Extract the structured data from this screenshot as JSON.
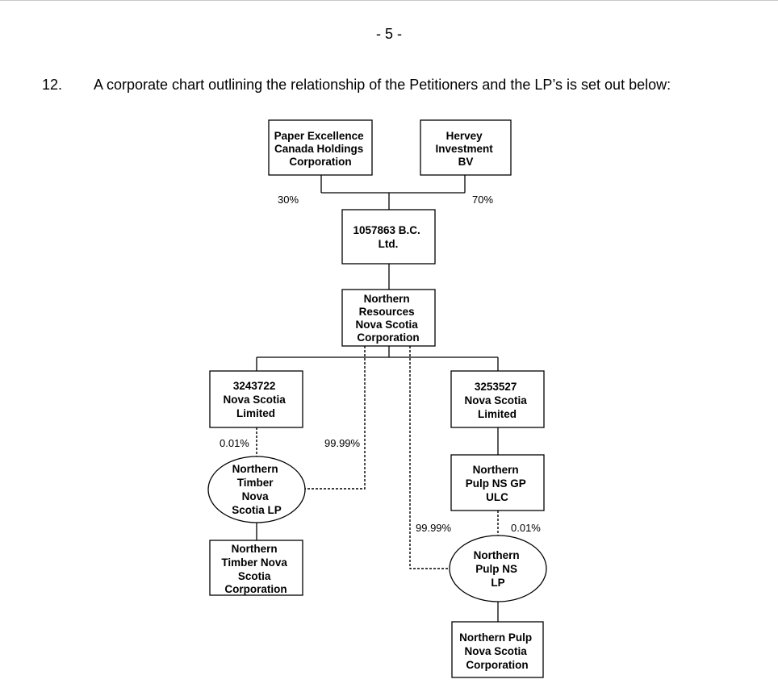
{
  "page": {
    "number": "- 5 -"
  },
  "paragraph": {
    "number": "12.",
    "text": "A corporate chart outlining the relationship of the Petitioners and the LP’s is set out below:"
  },
  "entities": {
    "paper_excellence": [
      "Paper Excellence",
      "Canada Holdings",
      "Corporation"
    ],
    "hervey": [
      "Hervey",
      "Investment",
      "BV"
    ],
    "bc_ltd": [
      "1057863 B.C.",
      "Ltd."
    ],
    "nrnsc": [
      "Northern",
      "Resources",
      "Nova Scotia",
      "Corporation"
    ],
    "ns_3243722": [
      "3243722",
      "Nova Scotia",
      "Limited"
    ],
    "ns_3253527": [
      "3253527",
      "Nova Scotia",
      "Limited"
    ],
    "timber_lp": [
      "Northern",
      "Timber",
      "Nova",
      "Scotia LP"
    ],
    "pulp_gp": [
      "Northern",
      "Pulp NS GP",
      "ULC"
    ],
    "timber_corp": [
      "Northern",
      "Timber Nova",
      "Scotia",
      "Corporation"
    ],
    "pulp_lp": [
      "Northern",
      "Pulp NS",
      "LP"
    ],
    "pulp_corp": [
      "Northern Pulp",
      "Nova Scotia",
      "Corporation"
    ]
  },
  "ownership": {
    "paper_excellence_pct": "30%",
    "hervey_pct": "70%",
    "timber_lp_gp_pct": "0.01%",
    "timber_lp_lp_pct": "99.99%",
    "pulp_lp_lp_pct": "99.99%",
    "pulp_lp_gp_pct": "0.01%"
  }
}
